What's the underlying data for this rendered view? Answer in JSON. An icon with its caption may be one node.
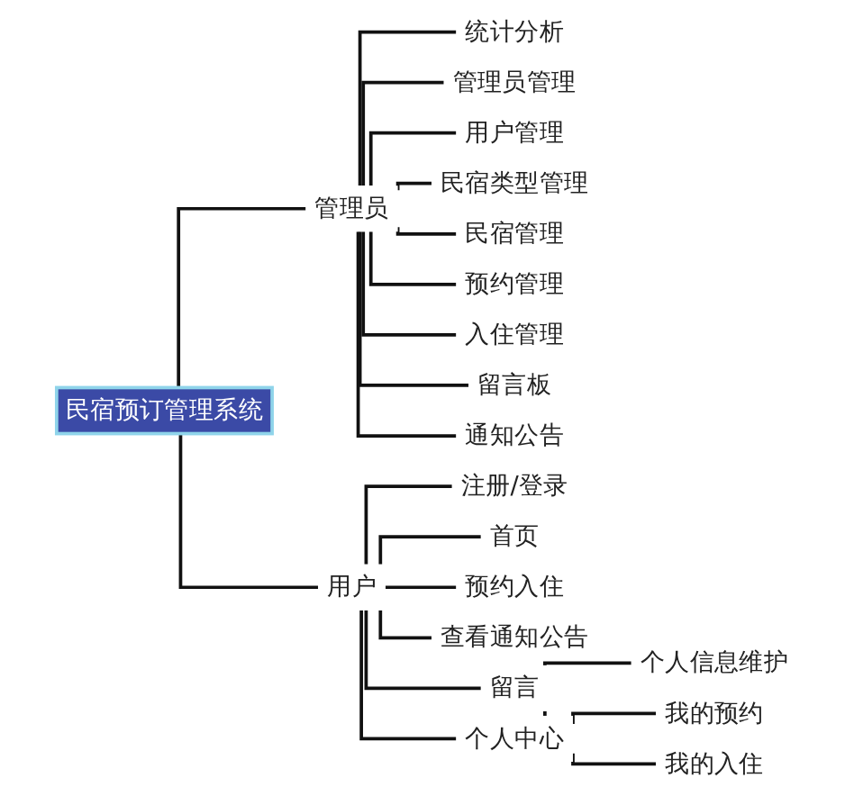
{
  "diagram": {
    "nodes": [
      {
        "text": [
          "民宿预订管理系统"
        ]
      },
      {
        "text": [
          "管理员"
        ]
      },
      {
        "text": [
          "统计分析"
        ]
      },
      {
        "text": [
          "管理员管理"
        ]
      },
      {
        "text": [
          "用户管理"
        ]
      },
      {
        "text": [
          "民宿类型管理"
        ]
      },
      {
        "text": [
          "民宿管理"
        ]
      },
      {
        "text": [
          "预约管理"
        ]
      },
      {
        "text": [
          "入住管理"
        ]
      },
      {
        "text": [
          "留言板"
        ]
      },
      {
        "text": [
          "通知公告"
        ]
      },
      {
        "text": [
          "用户"
        ]
      },
      {
        "text": [
          "注册/登录"
        ]
      },
      {
        "text": [
          "首页"
        ]
      },
      {
        "text": [
          "预约入住"
        ]
      },
      {
        "text": [
          "查看通知公告"
        ]
      },
      {
        "text": [
          "留言"
        ]
      },
      {
        "text": [
          "个人中心"
        ]
      },
      {
        "text": [
          "个人信息维护"
        ]
      },
      {
        "text": [
          "我的预约"
        ]
      },
      {
        "text": [
          "我的入住"
        ]
      }
    ],
    "edges": [
      {
        "from": 0,
        "to": 1,
        "arrow": "none"
      },
      {
        "from": 1,
        "to": 2,
        "arrow": "none"
      },
      {
        "from": 1,
        "to": 3,
        "arrow": "none"
      },
      {
        "from": 1,
        "to": 4,
        "arrow": "none"
      },
      {
        "from": 1,
        "to": 5,
        "arrow": "none"
      },
      {
        "from": 1,
        "to": 6,
        "arrow": "none"
      },
      {
        "from": 1,
        "to": 7,
        "arrow": "none"
      },
      {
        "from": 1,
        "to": 8,
        "arrow": "none"
      },
      {
        "from": 1,
        "to": 9,
        "arrow": "none"
      },
      {
        "from": 1,
        "to": 10,
        "arrow": "none"
      },
      {
        "from": 0,
        "to": 11,
        "arrow": "none"
      },
      {
        "from": 11,
        "to": 12,
        "arrow": "none"
      },
      {
        "from": 11,
        "to": 13,
        "arrow": "none"
      },
      {
        "from": 11,
        "to": 14,
        "arrow": "none"
      },
      {
        "from": 11,
        "to": 15,
        "arrow": "none"
      },
      {
        "from": 11,
        "to": 16,
        "arrow": "none"
      },
      {
        "from": 11,
        "to": 17,
        "arrow": "none"
      },
      {
        "from": 17,
        "to": 18,
        "arrow": "none"
      },
      {
        "from": 17,
        "to": 19,
        "arrow": "none"
      },
      {
        "from": 17,
        "to": 20,
        "arrow": "none"
      }
    ]
  }
}
